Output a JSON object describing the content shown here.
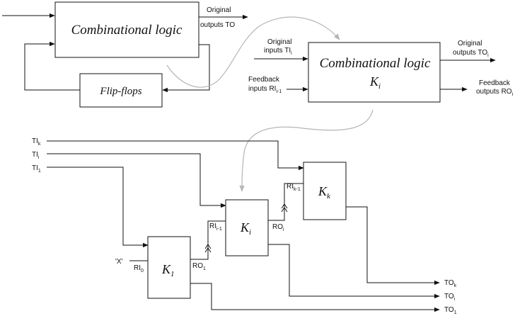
{
  "top_left": {
    "comb_logic": "Combinational logic",
    "flip_flops": "Flip-flops",
    "original": "Original",
    "outputs_to": "outputs TO"
  },
  "top_right": {
    "comb_logic": "Combinational logic",
    "k_main": "K",
    "k_sub": "i",
    "orig_inputs_l1": "Original",
    "orig_inputs_l2": "inputs TI",
    "orig_inputs_sub": "i",
    "feedback_inputs_l1": "Feedback",
    "feedback_inputs_l2": "inputs RI",
    "feedback_inputs_sub": "i-1",
    "orig_outputs_l1": "Original",
    "orig_outputs_l2": "outputs TO",
    "orig_outputs_sub": "i",
    "feedback_outputs_l1": "Feedback",
    "feedback_outputs_l2": "outputs RO",
    "feedback_outputs_sub": "i"
  },
  "bottom": {
    "inputs": [
      {
        "main": "TI",
        "sub": "k"
      },
      {
        "main": "TI",
        "sub": "i"
      },
      {
        "main": "TI",
        "sub": "1"
      }
    ],
    "x_label": "'X'",
    "blocks": [
      {
        "main": "K",
        "sub": "1",
        "ri_main": "RI",
        "ri_sub": "0",
        "ro_main": "RO",
        "ro_sub": "1"
      },
      {
        "main": "K",
        "sub": "i",
        "ri_main": "RI",
        "ri_sub": "i-1",
        "ro_main": "RO",
        "ro_sub": "i"
      },
      {
        "main": "K",
        "sub": "k",
        "ri_main": "RI",
        "ri_sub": "k-1"
      }
    ],
    "outputs": [
      {
        "main": "TO",
        "sub": "k"
      },
      {
        "main": "TO",
        "sub": "i"
      },
      {
        "main": "TO",
        "sub": "1"
      }
    ]
  }
}
